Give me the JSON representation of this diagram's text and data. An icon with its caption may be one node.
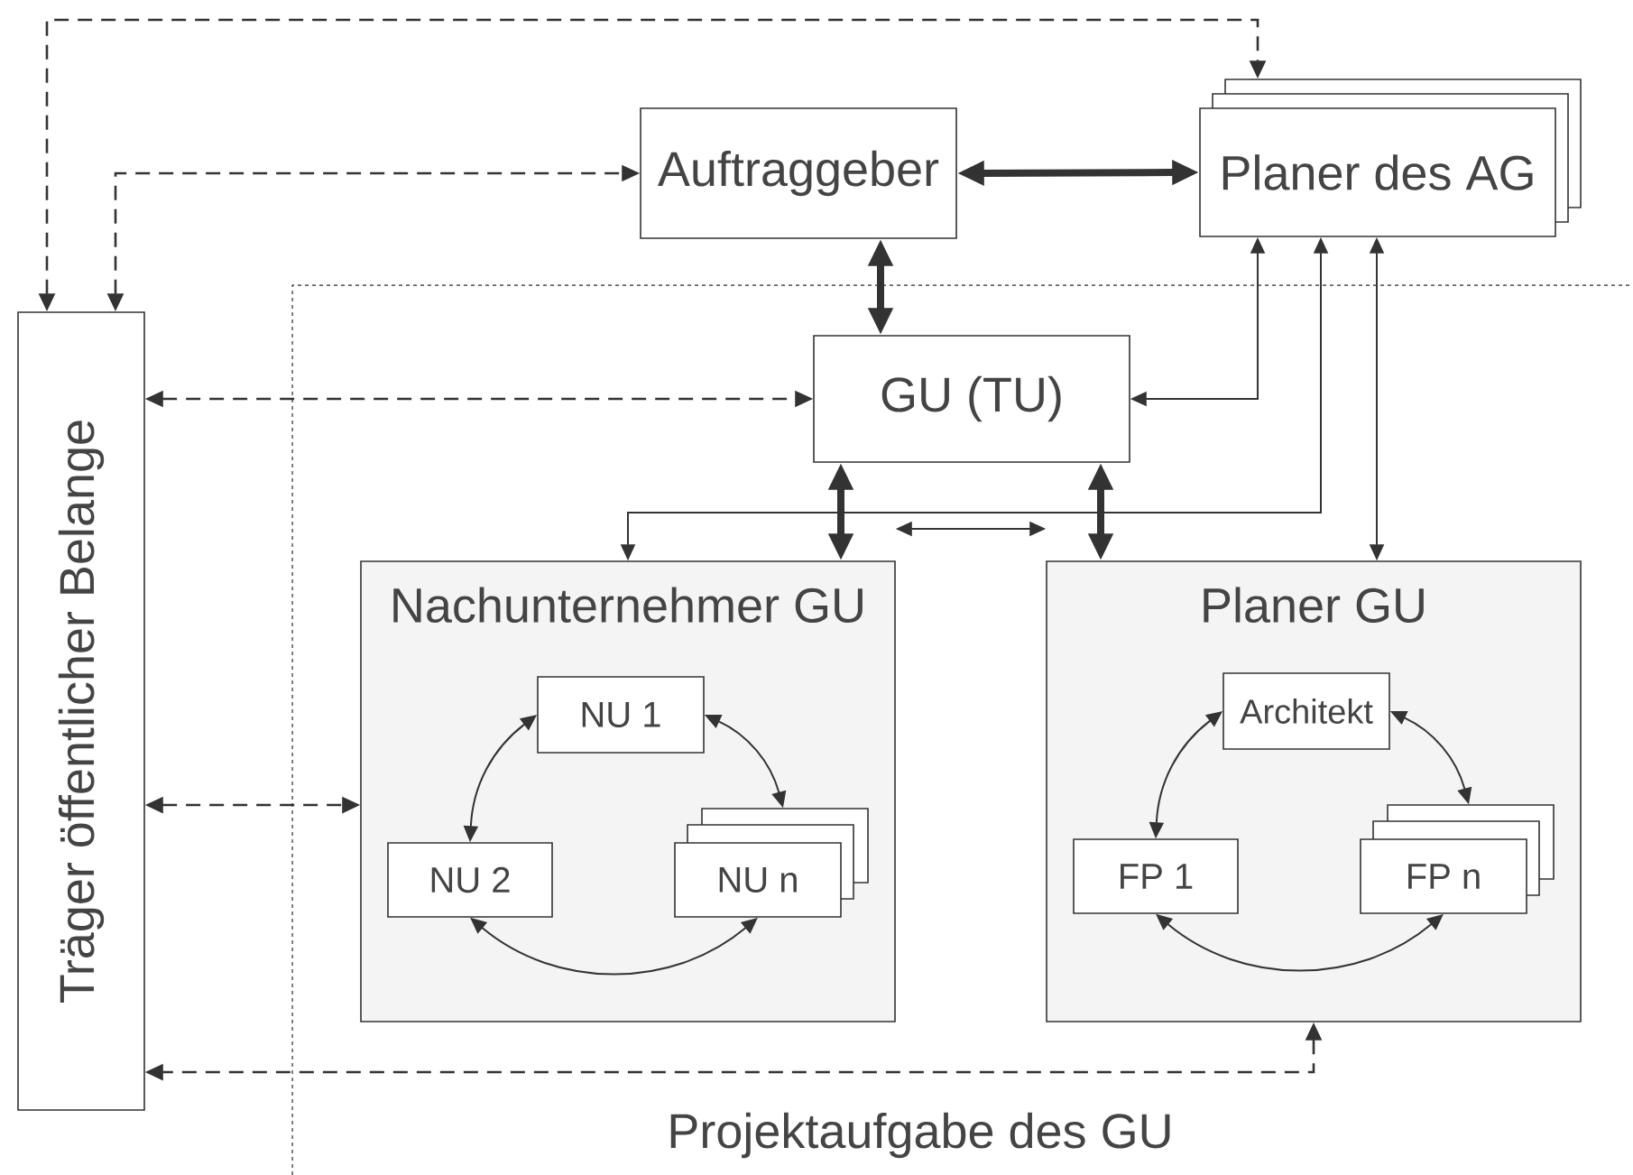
{
  "diagram": {
    "nodes": [
      {
        "text": [
          "Auftraggeber"
        ]
      },
      {
        "text": [
          "Planer des AG"
        ]
      },
      {
        "text": [
          "GU (TU)"
        ]
      },
      {
        "text": [
          "Träger öffentlicher Belange"
        ]
      },
      {
        "text": [
          "Nachunternehmer GU"
        ]
      },
      {
        "text": [
          "NU 1"
        ],
        "in": 4
      },
      {
        "text": [
          "NU 2"
        ],
        "in": 4
      },
      {
        "text": [
          "NU n"
        ],
        "in": 4
      },
      {
        "text": [
          "Planer GU"
        ]
      },
      {
        "text": [
          "Architekt"
        ],
        "in": 8
      },
      {
        "text": [
          "FP 1"
        ],
        "in": 8
      },
      {
        "text": [
          "FP n"
        ],
        "in": 8
      }
    ],
    "edges": [
      {
        "from": 0,
        "to": 1,
        "arrow": "both",
        "style": "thick"
      },
      {
        "from": 0,
        "to": 2,
        "arrow": "both",
        "style": "thick"
      },
      {
        "from": 3,
        "to": 1,
        "arrow": "both",
        "style": "dashed"
      },
      {
        "from": 3,
        "to": 0,
        "arrow": "both",
        "style": "dashed"
      },
      {
        "from": 3,
        "to": 2,
        "arrow": "both",
        "style": "dashed"
      },
      {
        "from": 1,
        "to": 2,
        "arrow": "both"
      },
      {
        "from": 1,
        "to": 4,
        "arrow": "both"
      },
      {
        "from": 2,
        "to": 4,
        "arrow": "both",
        "style": "thick"
      },
      {
        "from": 2,
        "to": 8,
        "arrow": "both",
        "style": "thick"
      },
      {
        "from": 1,
        "to": 8,
        "arrow": "both"
      },
      {
        "from": 4,
        "to": 8,
        "arrow": "both"
      },
      {
        "from": 3,
        "to": 4,
        "arrow": "both",
        "style": "dashed"
      },
      {
        "from": 8,
        "to": 3,
        "arrow": "both",
        "style": "dashed"
      },
      {
        "from": 5,
        "to": 6,
        "arrow": "both"
      },
      {
        "from": 5,
        "to": 7,
        "arrow": "both"
      },
      {
        "from": 6,
        "to": 7,
        "arrow": "both"
      },
      {
        "from": 9,
        "to": 10,
        "arrow": "both"
      },
      {
        "from": 9,
        "to": 11,
        "arrow": "both"
      },
      {
        "from": 10,
        "to": 11,
        "arrow": "both"
      }
    ],
    "labels": [
      "Projektaufgabe des GU"
    ]
  }
}
